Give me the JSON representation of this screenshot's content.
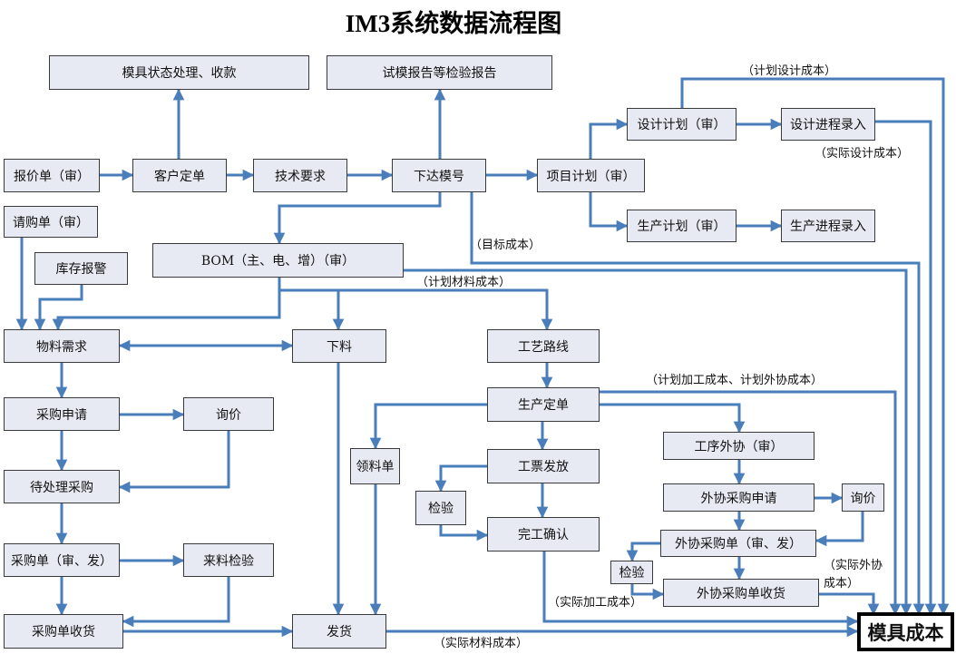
{
  "title": "IM3系统数据流程图",
  "colors": {
    "arrow": "#4a7ebb",
    "node_fill": "#e7eaf3",
    "node_border": "#3a3a3a"
  },
  "nodes": {
    "mold_status": "模具状态处理、收款",
    "trial_report": "试模报告等检验报告",
    "design_plan": "设计计划（审）",
    "design_entry": "设计进程录入",
    "quote": "报价单（审）",
    "customer_order": "客户定单",
    "tech_req": "技术要求",
    "release_mold": "下达模号",
    "project_plan": "项目计划（审）",
    "purchase_req_form": "请购单（审）",
    "prod_plan": "生产计划（审）",
    "prod_entry": "生产进程录入",
    "stock_alarm": "库存报警",
    "bom": "BOM（主、电、增）（审）",
    "material_demand": "物料需求",
    "blanking": "下料",
    "process_route": "工艺路线",
    "purchase_apply": "采购申请",
    "inquiry": "询价",
    "prod_order": "生产定单",
    "outsource": "工序外协（审）",
    "pending_purchase": "待处理采购",
    "pick_list": "领料单",
    "job_ticket": "工票发放",
    "outsource_apply": "外协采购申请",
    "outsource_inquiry": "询价",
    "inspect": "检验",
    "completion": "完工确认",
    "outsource_order": "外协采购单（审、发）",
    "purchase_order": "采购单（审、发）",
    "incoming_inspect": "来料检验",
    "outsource_inspect": "检验",
    "outsource_receipt": "外协采购单收货",
    "purchase_receipt": "采购单收货",
    "delivery": "发货",
    "mold_cost": "模具成本"
  },
  "labels": {
    "plan_design_cost": "（计划设计成本）",
    "actual_design_cost": "（实际设计成本）",
    "target_cost": "（目标成本）",
    "plan_material_cost": "（计划材料成本）",
    "plan_process_cost": "（计划加工成本、计划外协成本）",
    "actual_outsource_cost": "（实际外协成本）",
    "actual_process_cost": "（实际加工成本）",
    "actual_material_cost": "（实际材料成本）"
  }
}
